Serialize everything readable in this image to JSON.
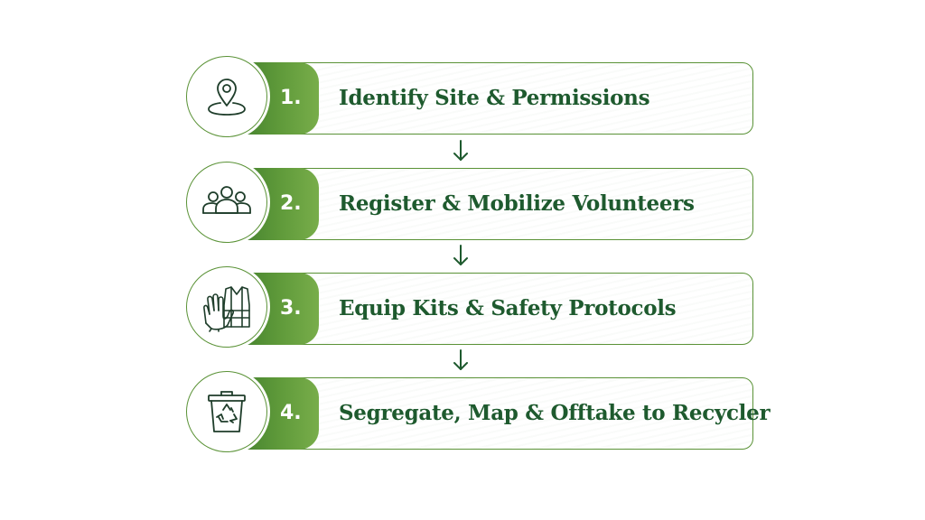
{
  "colors": {
    "primary_green": "#5a9236",
    "dark_green_text": "#1e5a2e",
    "number_text": "#ffffff"
  },
  "steps": [
    {
      "number": "1.",
      "label": "Identify Site & Permissions",
      "icon": "location-pin-icon"
    },
    {
      "number": "2.",
      "label": "Register & Mobilize Volunteers",
      "icon": "volunteers-group-icon"
    },
    {
      "number": "3.",
      "label": "Equip Kits & Safety Protocols",
      "icon": "gloves-safety-vest-icon"
    },
    {
      "number": "4.",
      "label": "Segregate, Map & Offtake to Recycler",
      "icon": "recycle-bin-icon"
    }
  ]
}
